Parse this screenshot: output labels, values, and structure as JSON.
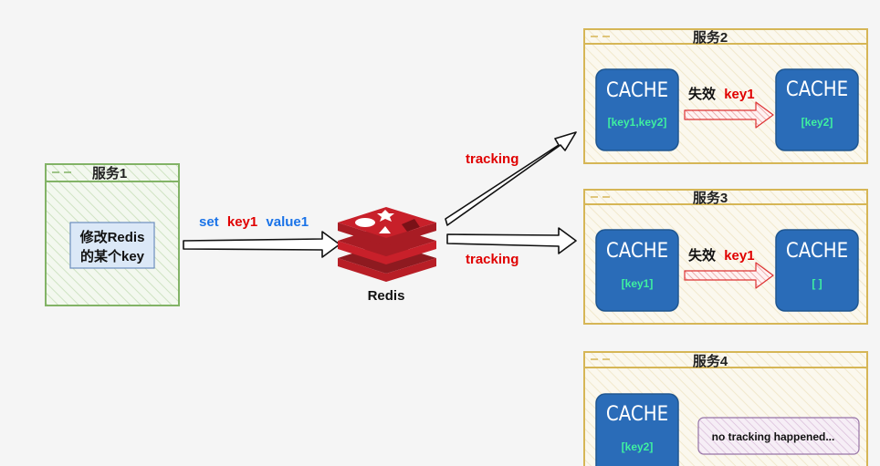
{
  "service1": {
    "title": "服务1",
    "note_line1": "修改Redis",
    "note_line2": "的某个key"
  },
  "command": {
    "set": "set",
    "key": "key1",
    "value": "value1"
  },
  "redis": {
    "label": "Redis"
  },
  "tracking_labels": [
    "tracking",
    "tracking"
  ],
  "service2": {
    "title": "服务2",
    "cache_left_title": "CACHE",
    "cache_left_keys": "[key1,key2]",
    "invalidate_text": "失效",
    "invalidate_key": "key1",
    "cache_right_title": "CACHE",
    "cache_right_keys": "[key2]"
  },
  "service3": {
    "title": "服务3",
    "cache_left_title": "CACHE",
    "cache_left_keys": "[key1]",
    "invalidate_text": "失效",
    "invalidate_key": "key1",
    "cache_right_title": "CACHE",
    "cache_right_keys": "[ ]"
  },
  "service4": {
    "title": "服务4",
    "cache_title": "CACHE",
    "cache_keys": "[key2]",
    "note": "no tracking happened..."
  },
  "colors": {
    "green_border": "#82b366",
    "yellow_border": "#d6b656",
    "cache_fill": "#2a6cb8",
    "cache_keys": "#3ff0a0",
    "red_text": "#e00000",
    "blue_text": "#1a73e8",
    "redis_red": "#c8202a"
  }
}
